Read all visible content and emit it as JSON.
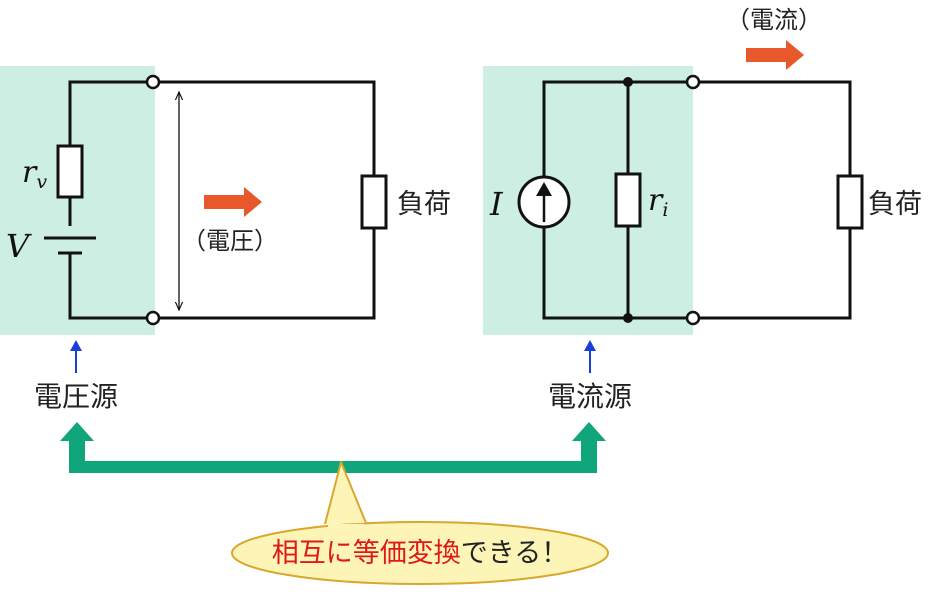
{
  "left_circuit": {
    "resistor_symbol": "r",
    "resistor_subscript": "v",
    "source_symbol": "V",
    "voltage_label": "（電圧）",
    "load_label": "負荷",
    "source_name": "電圧源"
  },
  "right_circuit": {
    "source_symbol": "I",
    "resistor_symbol": "r",
    "resistor_subscript": "i",
    "current_label": "（電流）",
    "load_label": "負荷",
    "source_name": "電流源"
  },
  "callout": {
    "highlight_text": "相互に等価変換",
    "rest_text": "できる！"
  },
  "colors": {
    "source_region": "#cdeee2",
    "wire": "#111111",
    "flow_arrow": "#e8582a",
    "indicator_arrow": "#1a3fd8",
    "exchange_arrow": "#10a57a",
    "callout_fill": "#fdf5b7",
    "callout_border": "#d9a72b",
    "highlight_text": "#e01818"
  }
}
